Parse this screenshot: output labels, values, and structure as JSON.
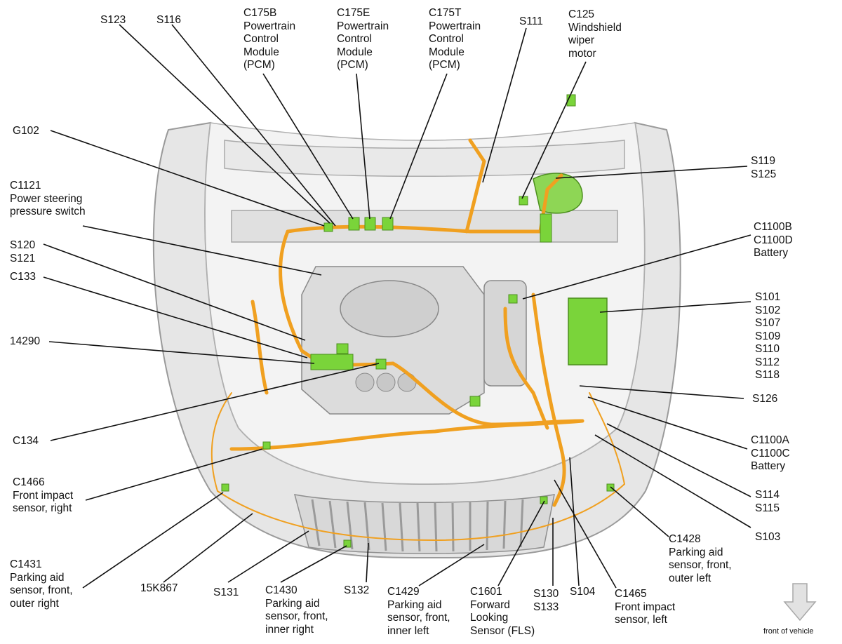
{
  "colors": {
    "harness": "#f0a020",
    "harness_dark": "#c07a10",
    "connector": "#7ad43a",
    "body_fill": "#e4e4e4",
    "body_stroke": "#9a9a9a",
    "leader": "#111111",
    "arrow": "#d0d0d0"
  },
  "labels": {
    "s123": "S123",
    "s116": "S116",
    "c175b": "C175B\nPowertrain\nControl\nModule\n(PCM)",
    "c175e": "C175E\nPowertrain\nControl\nModule\n(PCM)",
    "c175t": "C175T\nPowertrain\nControl\nModule\n(PCM)",
    "s111": "S111",
    "c125": "C125\nWindshield\nwiper\nmotor",
    "g102": "G102",
    "c1121": "C1121\nPower steering\npressure switch",
    "s120": "S120\nS121",
    "c133": "C133",
    "n14290": "14290",
    "c134": "C134",
    "c1466": "C1466\nFront impact\nsensor, right",
    "c1431": "C1431\nParking aid\nsensor, front,\nouter right",
    "n15k867": "15K867",
    "s131": "S131",
    "c1430": "C1430\nParking aid\nsensor, front,\ninner right",
    "s132": "S132",
    "c1429": "C1429\nParking aid\nsensor, front,\ninner left",
    "c1601": "C1601\nForward\nLooking\nSensor (FLS)",
    "s130": "S130\nS133",
    "s104": "S104",
    "c1465": "C1465\nFront impact\nsensor, left",
    "c1428": "C1428\nParking aid\nsensor, front,\nouter left",
    "s103": "S103",
    "s114": "S114\nS115",
    "c1100a": "C1100A\nC1100C\nBattery",
    "s126": "S126",
    "s101": "S101\nS102\nS107\nS109\nS110\nS112\nS118",
    "c1100b": "C1100B\nC1100D\nBattery",
    "s119": "S119\nS125",
    "front": "front of vehicle"
  }
}
